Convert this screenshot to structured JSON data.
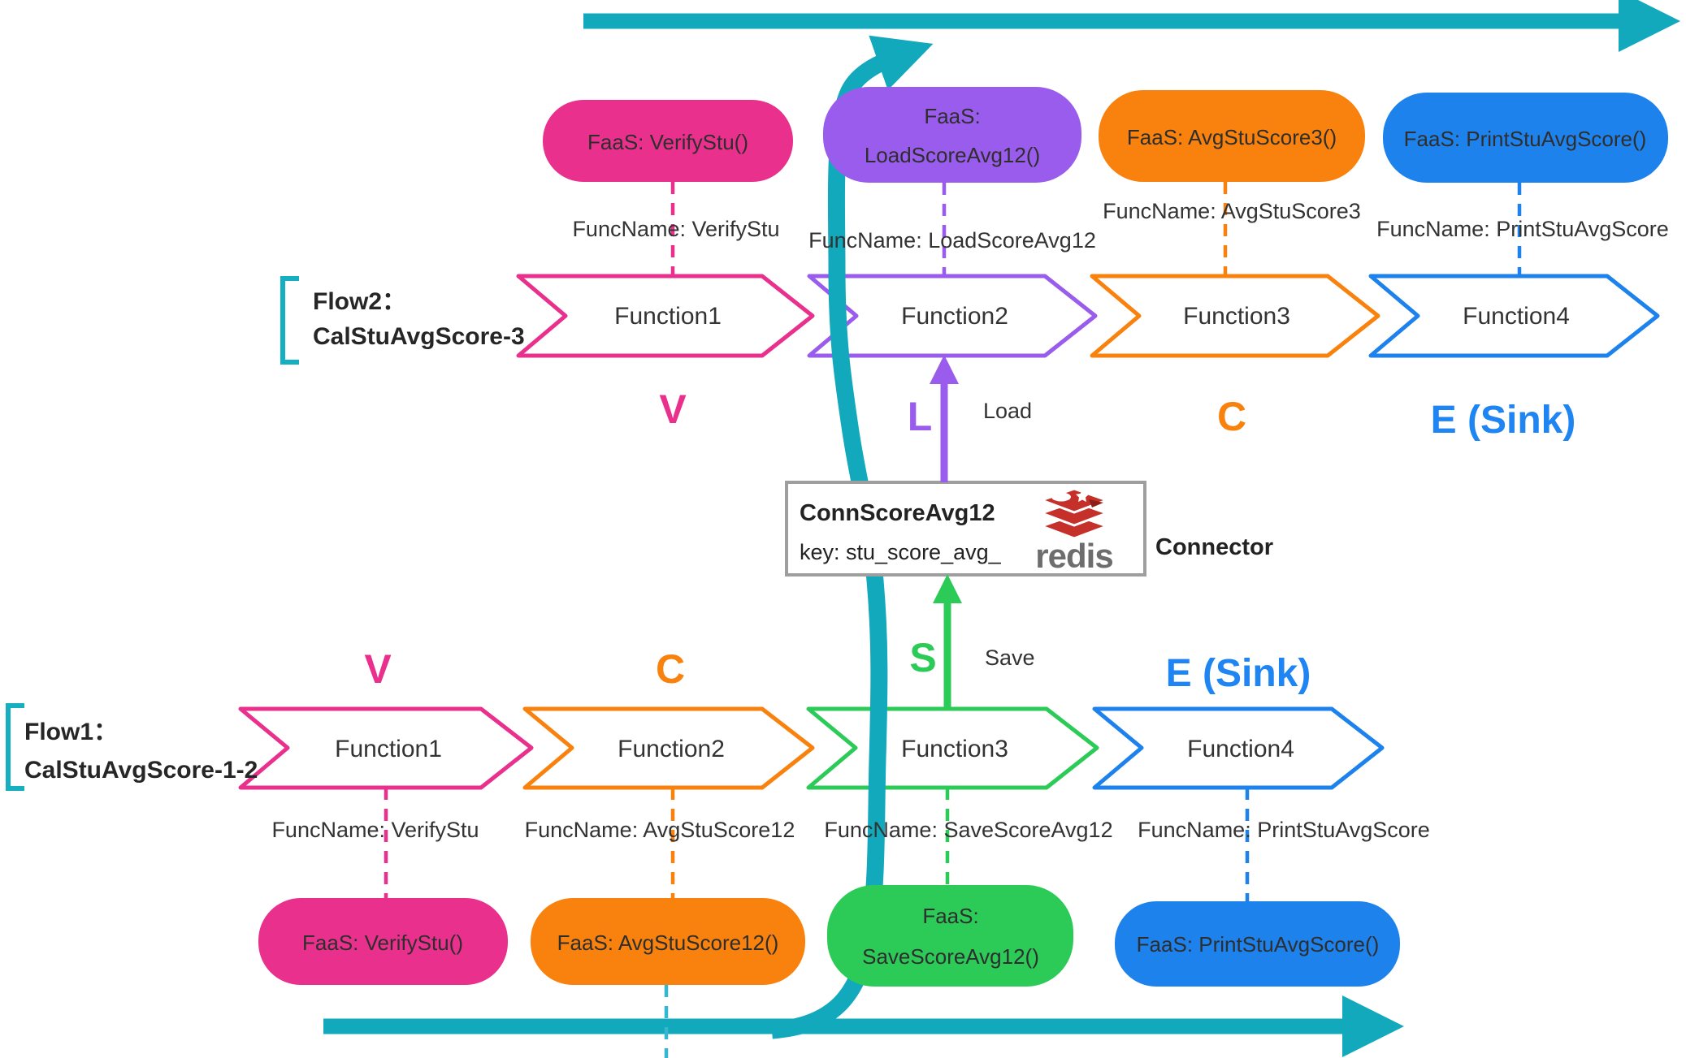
{
  "flow2": {
    "label_line1": "Flow2：",
    "label_line2": "CalStuAvgScore-3",
    "steps": [
      {
        "name": "Function1",
        "func_name": "FuncName: VerifyStu",
        "faas": "FaaS: VerifyStu()",
        "letter": "V"
      },
      {
        "name": "Function2",
        "func_name": "FuncName: LoadScoreAvg12",
        "faas_line1": "FaaS:",
        "faas_line2": "LoadScoreAvg12()",
        "letter": "L",
        "action": "Load"
      },
      {
        "name": "Function3",
        "func_name": "FuncName: AvgStuScore3",
        "faas": "FaaS: AvgStuScore3()",
        "letter": "C"
      },
      {
        "name": "Function4",
        "func_name": "FuncName: PrintStuAvgScore",
        "faas": "FaaS: PrintStuAvgScore()",
        "letter": "E (Sink)"
      }
    ]
  },
  "flow1": {
    "label_line1": "Flow1：",
    "label_line2": "CalStuAvgScore-1-2",
    "steps": [
      {
        "name": "Function1",
        "func_name": "FuncName: VerifyStu",
        "faas": "FaaS: VerifyStu()",
        "letter": "V"
      },
      {
        "name": "Function2",
        "func_name": "FuncName: AvgStuScore12",
        "faas": "FaaS: AvgStuScore12()",
        "letter": "C"
      },
      {
        "name": "Function3",
        "func_name": "FuncName: SaveScoreAvg12",
        "faas_line1": "FaaS:",
        "faas_line2": "SaveScoreAvg12()",
        "letter": "S",
        "action": "Save"
      },
      {
        "name": "Function4",
        "func_name": "FuncName: PrintStuAvgScore",
        "faas": "FaaS: PrintStuAvgScore()",
        "letter": "E (Sink)"
      }
    ]
  },
  "connector": {
    "title": "ConnScoreAvg12",
    "key": "key: stu_score_avg_",
    "role_label": "Connector",
    "logo_text": "redis"
  },
  "colors": {
    "pink": "#E9308C",
    "purple": "#9A5CEC",
    "orange": "#F8820D",
    "blue": "#1E82EC",
    "green": "#2CCB58",
    "teal": "#12A9BC",
    "cyan_dashed": "#35B8CF",
    "box_border": "#9E9E9E",
    "redis_red": "#C6302B",
    "text": "#333333"
  }
}
